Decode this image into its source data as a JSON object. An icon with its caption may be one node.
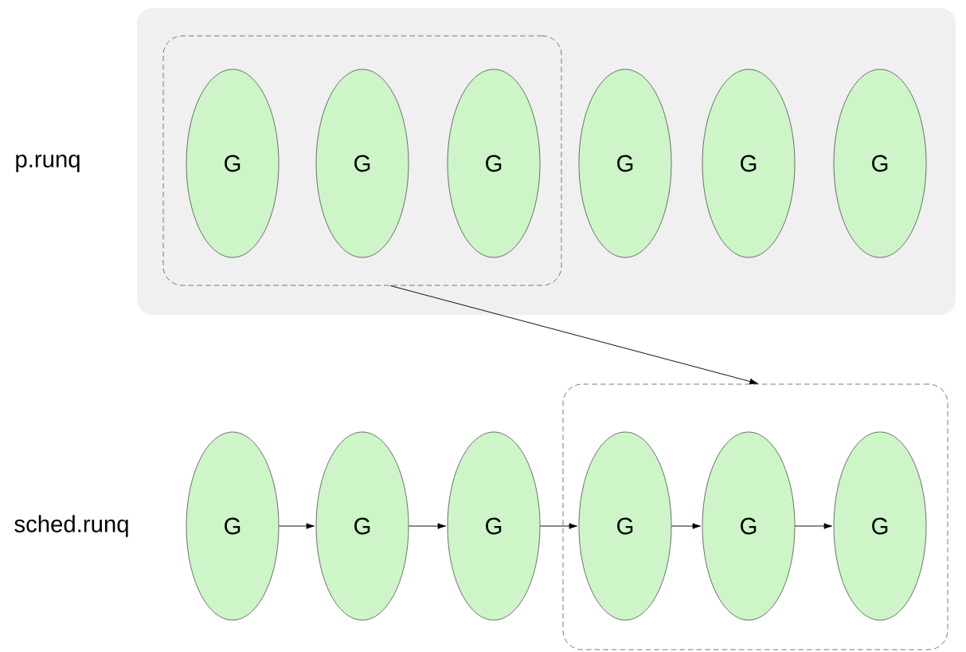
{
  "diagram": {
    "nodes": [
      {
        "text": [],
        "shape": "box"
      },
      {
        "text": [],
        "shape": "box",
        "in": 0
      },
      {
        "text": [
          "G"
        ],
        "in": 1
      },
      {
        "text": [
          "G"
        ],
        "in": 1
      },
      {
        "text": [
          "G"
        ],
        "in": 1
      },
      {
        "text": [
          "G"
        ],
        "in": 0
      },
      {
        "text": [
          "G"
        ],
        "in": 0
      },
      {
        "text": [
          "G"
        ],
        "in": 0
      },
      {
        "text": [],
        "shape": "box"
      },
      {
        "text": [
          "G"
        ]
      },
      {
        "text": [
          "G"
        ]
      },
      {
        "text": [
          "G"
        ]
      },
      {
        "text": [
          "G"
        ],
        "in": 8
      },
      {
        "text": [
          "G"
        ],
        "in": 8
      },
      {
        "text": [
          "G"
        ],
        "in": 8
      }
    ],
    "edges": [
      {
        "from": 1,
        "to": 8,
        "arrow": "to"
      },
      {
        "from": 9,
        "to": 10,
        "arrow": "to"
      },
      {
        "from": 10,
        "to": 11,
        "arrow": "to"
      },
      {
        "from": 11,
        "to": 12,
        "arrow": "to"
      },
      {
        "from": 12,
        "to": 13,
        "arrow": "to"
      },
      {
        "from": 13,
        "to": 14,
        "arrow": "to"
      }
    ],
    "labels": [
      "p.runq",
      "sched.runq"
    ]
  }
}
